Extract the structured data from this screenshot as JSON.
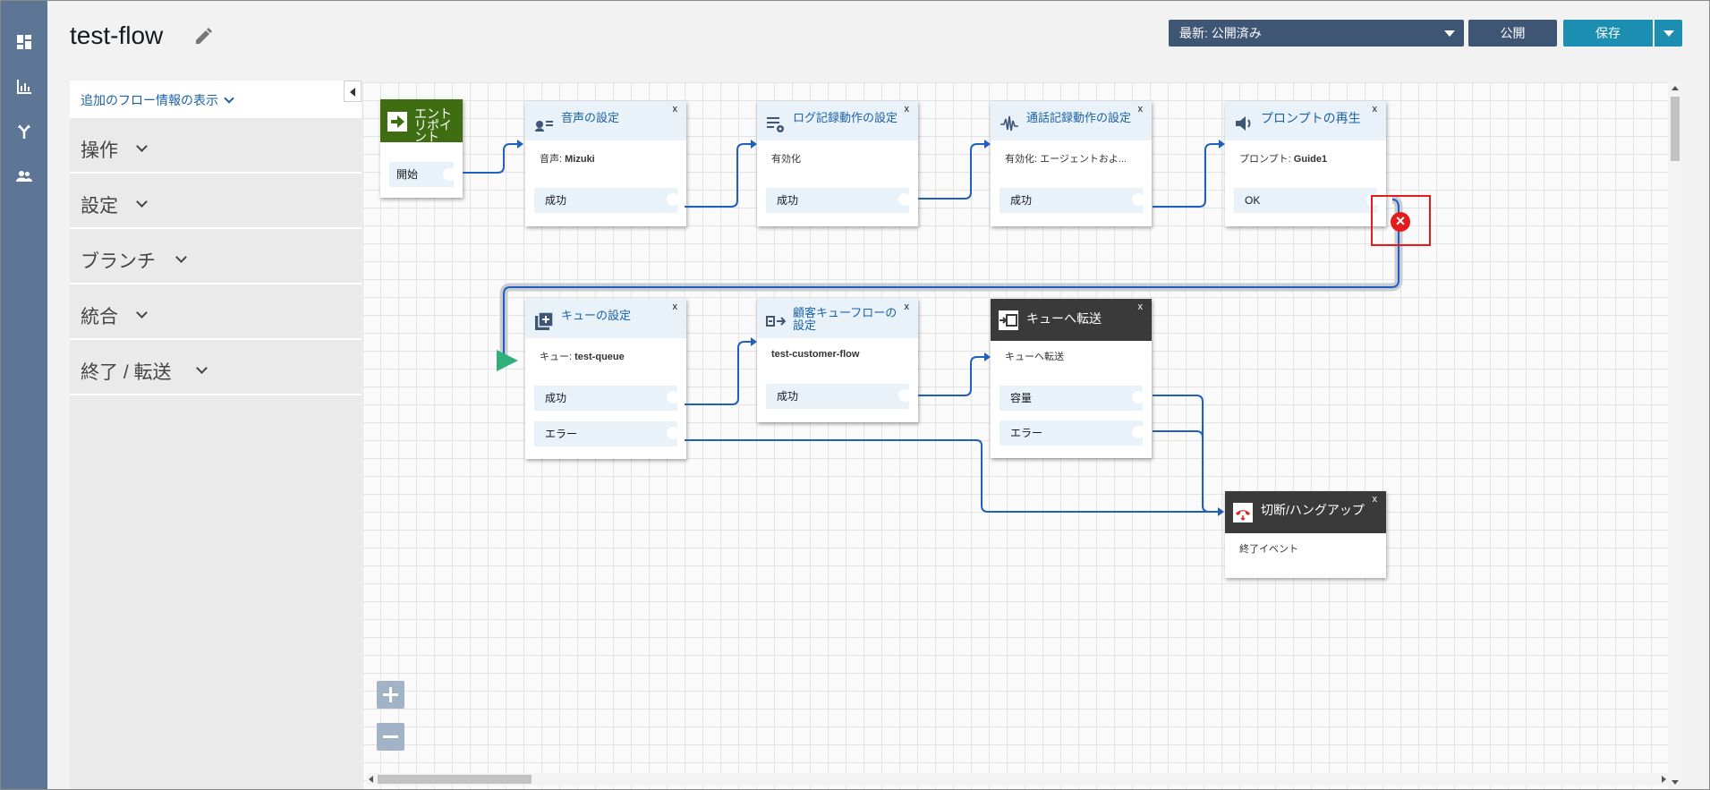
{
  "flow": {
    "title": "test-flow"
  },
  "nav": {
    "icons": [
      "dashboard-icon",
      "metrics-icon",
      "routing-icon",
      "users-icon"
    ]
  },
  "toolbar": {
    "version": "最新: 公開済み",
    "publish": "公開",
    "save": "保存"
  },
  "panel": {
    "more_info": "追加のフロー情報の表示",
    "categories": [
      "操作",
      "設定",
      "ブランチ",
      "統合",
      "終了 / 転送"
    ]
  },
  "blocks": {
    "entry": {
      "title": "エントリポイント",
      "branch": "開始"
    },
    "voice": {
      "title": "音声の設定",
      "desc_label": "音声:",
      "desc_value": "Mizuki",
      "branch": "成功"
    },
    "logging": {
      "title": "ログ記録動作の設定",
      "desc": "有効化",
      "branch": "成功"
    },
    "recording": {
      "title": "通話記録動作の設定",
      "desc": "有効化: エージェントおよ...",
      "branch": "成功"
    },
    "prompt": {
      "title": "プロンプトの再生",
      "desc_label": "プロンプト:",
      "desc_value": "Guide1",
      "branch": "OK"
    },
    "queue": {
      "title": "キューの設定",
      "desc_label": "キュー:",
      "desc_value": "test-queue",
      "branch_success": "成功",
      "branch_error": "エラー"
    },
    "customer_queue": {
      "title_line1": "顧客キューフローの",
      "title_line2": "設定",
      "desc": "test-customer-flow",
      "branch": "成功"
    },
    "transfer": {
      "title": "キューへ転送",
      "desc": "キューへ転送",
      "branch_capacity": "容量",
      "branch_error": "エラー"
    },
    "disconnect": {
      "title": "切断/ハングアップ",
      "desc": "終了イベント"
    },
    "close_label": "x"
  },
  "colors": {
    "rail": "#5d7696",
    "primary": "#1b8eb2",
    "dark_button": "#3f5574",
    "wire": "#1f5fbf",
    "error": "#e31b1b",
    "entry_green": "#3f6d12"
  }
}
